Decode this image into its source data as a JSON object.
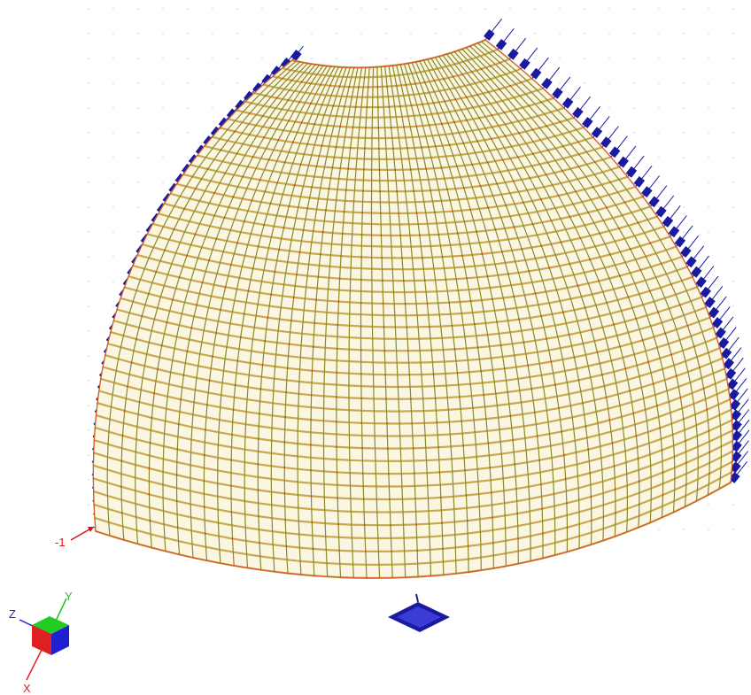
{
  "viewport": {
    "background": "#ffffff",
    "mesh": {
      "rows": 44,
      "cols": 50,
      "member_color": "#c8a850",
      "member_edge_color": "#8a8a2a",
      "node_color": "#e03a1a"
    },
    "supports": {
      "color": "#1a1aa0",
      "highlight": "#3b3bd6"
    },
    "node_label": {
      "text": "-1",
      "color": "#e01010"
    },
    "grid_dot_color": "#c4c4c4"
  },
  "axis_triad": {
    "labels": {
      "x": "X",
      "y": "Y",
      "z": "Z"
    },
    "colors": {
      "x": "#e02020",
      "y": "#20c020",
      "z": "#2020d0"
    }
  }
}
